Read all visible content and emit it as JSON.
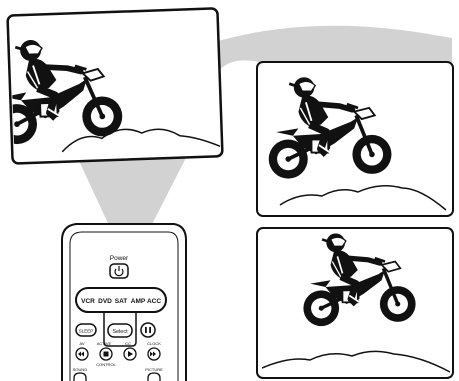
{
  "remote": {
    "power_label": "Power",
    "source_buttons": [
      "VCR",
      "DVD",
      "SAT",
      "AMP",
      "ACC"
    ],
    "sleep_label": "SLEEP",
    "select_label": "Select",
    "av_label": "AV",
    "active_label": "ACTIVE",
    "cc_label": "CC",
    "clock_label": "CLOCK",
    "control_label": "CONTROL",
    "sound_label": "SOUND",
    "picture_label": "PICTURE"
  },
  "icons": {
    "power": "power-icon",
    "pause": "pause-icon",
    "rewind": "rewind-icon",
    "stop": "stop-icon",
    "play": "play-icon",
    "fast_forward": "fast-forward-icon",
    "motocross": "motocross-rider-illustration"
  },
  "colors": {
    "beam": "#d2d2d2",
    "outline": "#111111",
    "background": "#ffffff"
  }
}
